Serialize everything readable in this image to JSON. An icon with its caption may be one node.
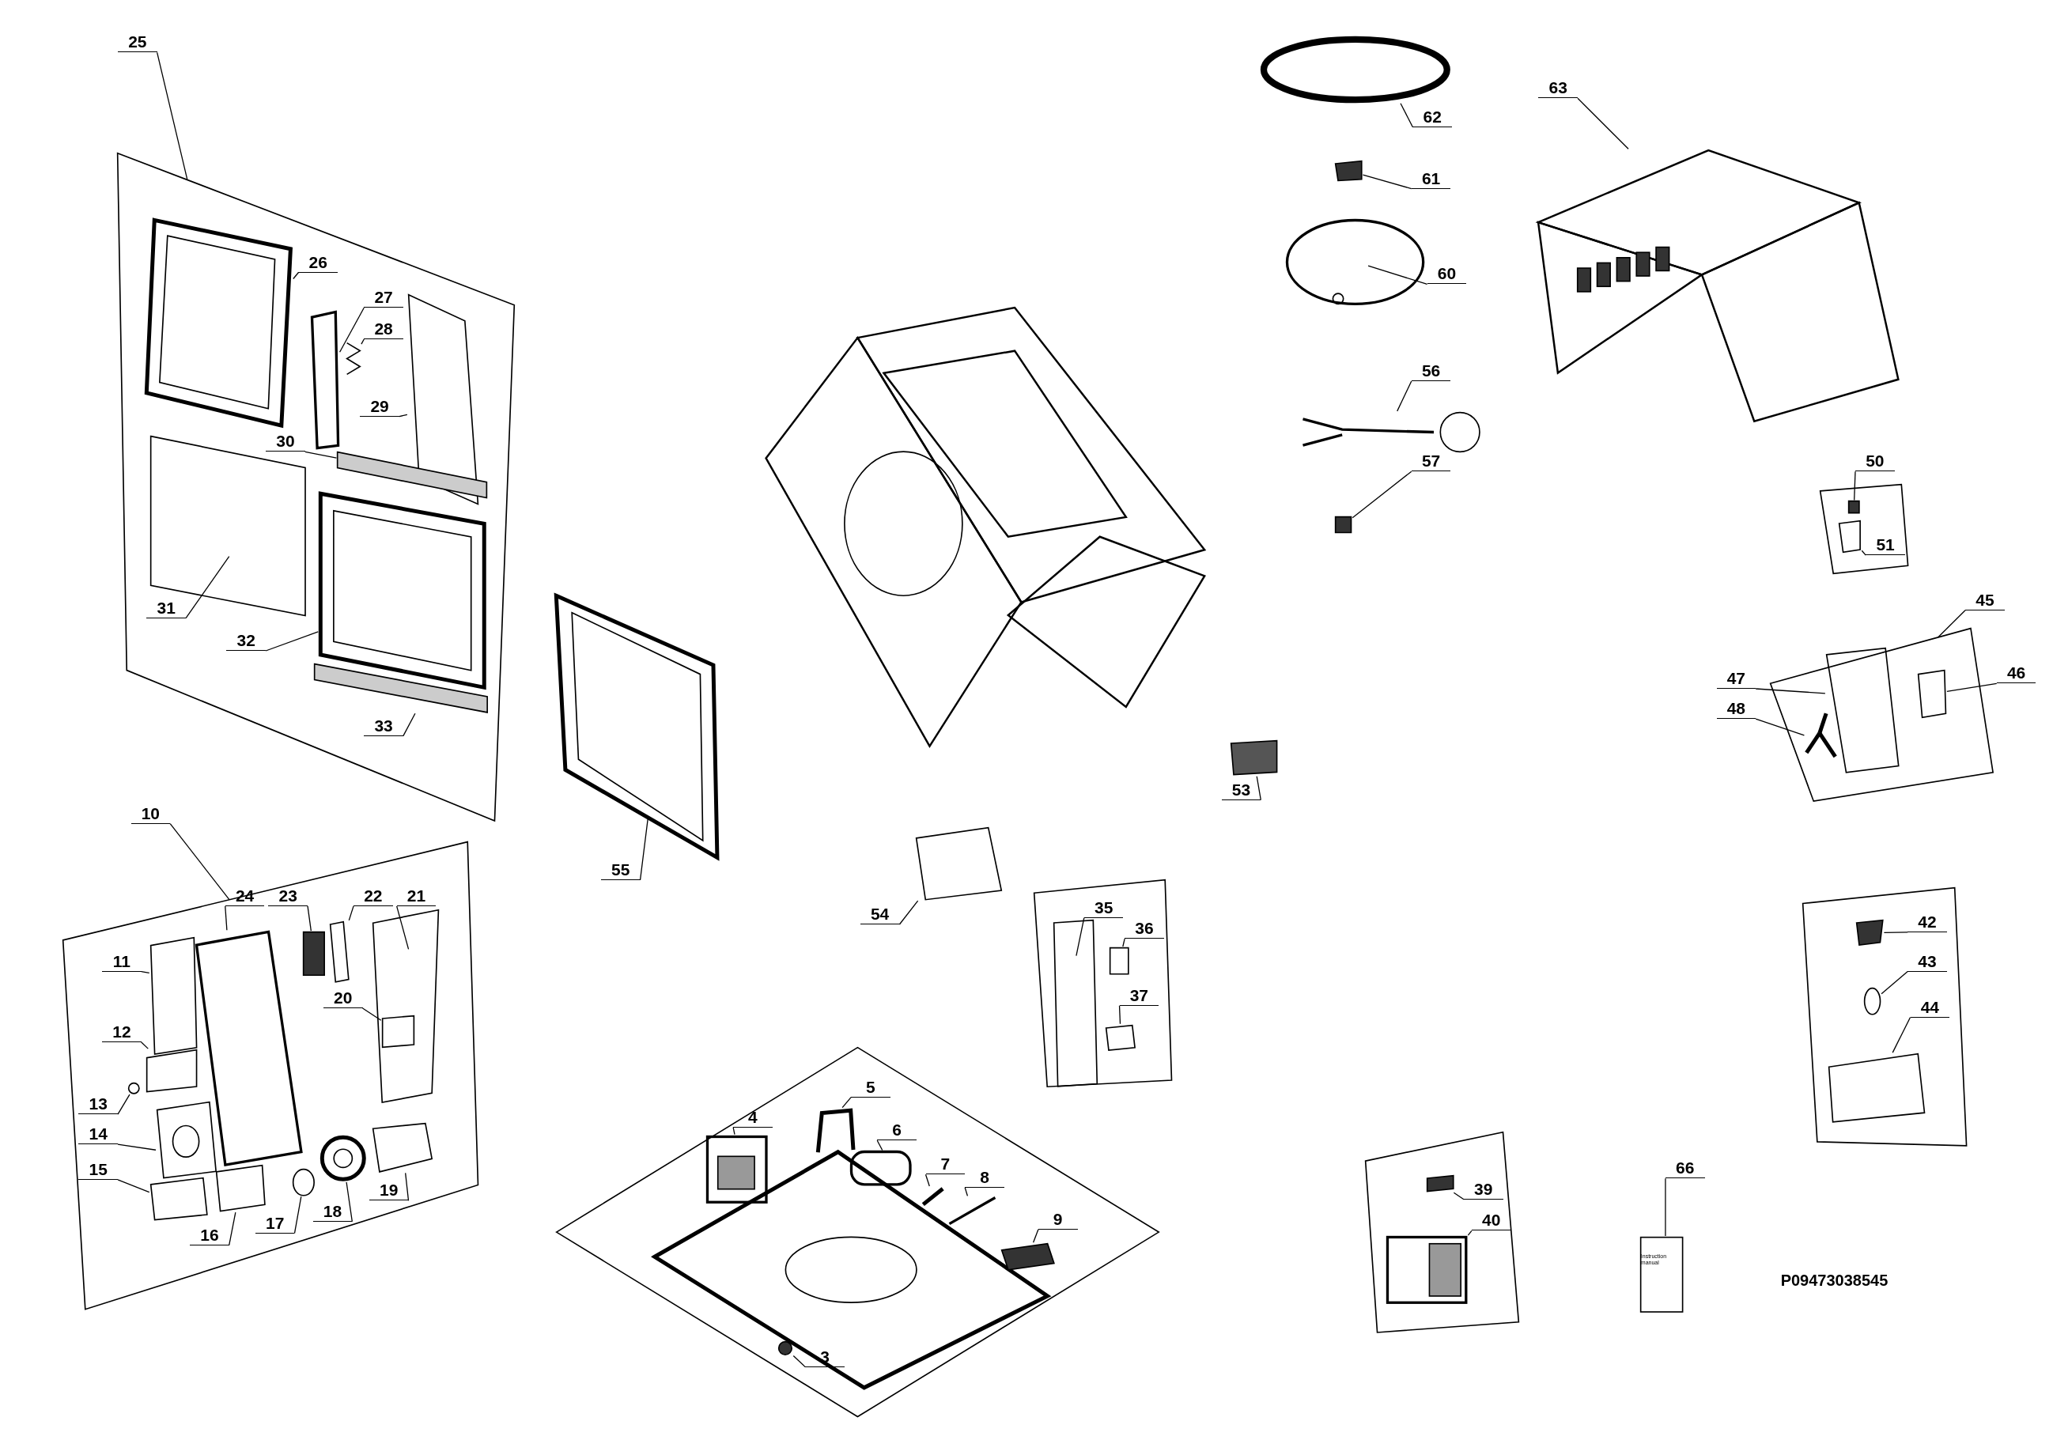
{
  "diagram": {
    "nodes": [
      {
        "text": [
          "25"
        ]
      },
      {
        "text": [],
        "shape": "box"
      },
      {
        "text": [
          "26"
        ],
        "in": 1
      },
      {
        "text": [],
        "shape": "picture",
        "in": 1
      },
      {
        "text": [
          "27"
        ],
        "in": 1
      },
      {
        "text": [],
        "shape": "box",
        "in": 1
      },
      {
        "text": [
          "28"
        ],
        "in": 1
      },
      {
        "text": [],
        "shape": "picture",
        "in": 1
      },
      {
        "text": [
          "29"
        ],
        "in": 1
      },
      {
        "text": [],
        "shape": "box",
        "in": 1
      },
      {
        "text": [
          "30"
        ],
        "in": 1
      },
      {
        "text": [],
        "shape": "bar",
        "in": 1
      },
      {
        "text": [
          "31"
        ],
        "in": 1
      },
      {
        "text": [],
        "shape": "box",
        "in": 1
      },
      {
        "text": [
          "32"
        ],
        "in": 1
      },
      {
        "text": [],
        "shape": "picture",
        "in": 1
      },
      {
        "text": [
          "33"
        ],
        "in": 1
      },
      {
        "text": [],
        "shape": "bar",
        "in": 1
      },
      {
        "text": [
          "10"
        ]
      },
      {
        "text": [],
        "shape": "box"
      },
      {
        "text": [
          "24"
        ],
        "in": 19
      },
      {
        "text": [],
        "shape": "box",
        "in": 19
      },
      {
        "text": [
          "23"
        ],
        "in": 19
      },
      {
        "text": [],
        "shape": "box",
        "in": 19
      },
      {
        "text": [
          "22"
        ],
        "in": 19
      },
      {
        "text": [],
        "shape": "box",
        "in": 19
      },
      {
        "text": [
          "21"
        ],
        "in": 19
      },
      {
        "text": [],
        "shape": "box",
        "in": 19
      },
      {
        "text": [
          "20"
        ],
        "in": 19
      },
      {
        "text": [],
        "shape": "box",
        "in": 27
      },
      {
        "text": [
          "11"
        ],
        "in": 19
      },
      {
        "text": [],
        "shape": "box",
        "in": 19
      },
      {
        "text": [
          "12"
        ],
        "in": 19
      },
      {
        "text": [],
        "shape": "box",
        "in": 19
      },
      {
        "text": [
          "13"
        ],
        "in": 19
      },
      {
        "text": [],
        "shape": "circle",
        "in": 19
      },
      {
        "text": [
          "14"
        ],
        "in": 19
      },
      {
        "text": [],
        "shape": "picture",
        "in": 19
      },
      {
        "text": [
          "15"
        ],
        "in": 19
      },
      {
        "text": [],
        "shape": "box",
        "in": 19
      },
      {
        "text": [
          "16"
        ],
        "in": 19
      },
      {
        "text": [],
        "shape": "box",
        "in": 19
      },
      {
        "text": [
          "17"
        ],
        "in": 19
      },
      {
        "text": [],
        "shape": "circle",
        "in": 19
      },
      {
        "text": [
          "18"
        ],
        "in": 19
      },
      {
        "text": [],
        "shape": "picture",
        "in": 19
      },
      {
        "text": [
          "19"
        ],
        "in": 19
      },
      {
        "text": [],
        "shape": "box",
        "in": 19
      },
      {
        "text": [
          "55"
        ]
      },
      {
        "text": [],
        "shape": "picture"
      },
      {
        "text": [],
        "shape": "diamond"
      },
      {
        "text": [
          "4"
        ],
        "in": 50
      },
      {
        "text": [],
        "shape": "picture",
        "in": 50
      },
      {
        "text": [
          "5"
        ],
        "in": 50
      },
      {
        "text": [],
        "shape": "picture",
        "in": 50
      },
      {
        "text": [
          "6"
        ],
        "in": 50
      },
      {
        "text": [],
        "shape": "box",
        "in": 50
      },
      {
        "text": [
          "7"
        ],
        "in": 50
      },
      {
        "text": [],
        "shape": "picture",
        "in": 50
      },
      {
        "text": [
          "8"
        ],
        "in": 50
      },
      {
        "text": [],
        "shape": "picture",
        "in": 50
      },
      {
        "text": [
          "9"
        ],
        "in": 50
      },
      {
        "text": [],
        "shape": "box",
        "in": 50
      },
      {
        "text": [
          "3"
        ],
        "in": 50
      },
      {
        "text": [],
        "shape": "circle",
        "in": 50
      },
      {
        "text": [
          "54"
        ]
      },
      {
        "text": [],
        "shape": "box"
      },
      {
        "text": [],
        "shape": "box"
      },
      {
        "text": [
          "35"
        ],
        "in": 67
      },
      {
        "text": [],
        "shape": "box",
        "in": 67
      },
      {
        "text": [
          "36"
        ],
        "in": 67
      },
      {
        "text": [],
        "shape": "box",
        "in": 67
      },
      {
        "text": [
          "37"
        ],
        "in": 67
      },
      {
        "text": [],
        "shape": "box",
        "in": 67
      },
      {
        "text": [
          "53"
        ]
      },
      {
        "text": [],
        "shape": "box"
      },
      {
        "text": [
          "62"
        ]
      },
      {
        "text": [],
        "shape": "circle"
      },
      {
        "text": [
          "61"
        ]
      },
      {
        "text": [],
        "shape": "box"
      },
      {
        "text": [
          "60"
        ]
      },
      {
        "text": [],
        "shape": "picture"
      },
      {
        "text": [
          "56"
        ]
      },
      {
        "text": [],
        "shape": "picture"
      },
      {
        "text": [
          "57"
        ]
      },
      {
        "text": [],
        "shape": "box"
      },
      {
        "text": [
          "63"
        ]
      },
      {
        "text": [],
        "shape": "picture"
      },
      {
        "text": [
          "50"
        ]
      },
      {
        "text": [],
        "shape": "box"
      },
      {
        "text": [],
        "shape": "box",
        "in": 89
      },
      {
        "text": [
          "51"
        ],
        "in": 89
      },
      {
        "text": [],
        "shape": "box",
        "in": 89
      },
      {
        "text": [
          "45"
        ]
      },
      {
        "text": [],
        "shape": "box"
      },
      {
        "text": [
          "47"
        ]
      },
      {
        "text": [],
        "shape": "box",
        "in": 94
      },
      {
        "text": [
          "46"
        ]
      },
      {
        "text": [],
        "shape": "box",
        "in": 94
      },
      {
        "text": [
          "48"
        ]
      },
      {
        "text": [],
        "shape": "picture",
        "in": 94
      },
      {
        "text": [],
        "shape": "box"
      },
      {
        "text": [
          "42"
        ],
        "in": 101
      },
      {
        "text": [],
        "shape": "box",
        "in": 101
      },
      {
        "text": [
          "43"
        ],
        "in": 101
      },
      {
        "text": [],
        "shape": "circle",
        "in": 101
      },
      {
        "text": [
          "44"
        ],
        "in": 101
      },
      {
        "text": [],
        "shape": "box",
        "in": 101
      },
      {
        "text": [],
        "shape": "box"
      },
      {
        "text": [
          "39"
        ],
        "in": 108
      },
      {
        "text": [],
        "shape": "box",
        "in": 108
      },
      {
        "text": [
          "40"
        ],
        "in": 108
      },
      {
        "text": [],
        "shape": "picture",
        "in": 108
      },
      {
        "text": [
          "66"
        ]
      },
      {
        "text": [
          "Instruction manual"
        ]
      }
    ],
    "edges": [
      {
        "from": 0,
        "to": 1,
        "arrow": "none"
      },
      {
        "from": 2,
        "to": 3,
        "arrow": "none"
      },
      {
        "from": 4,
        "to": 5,
        "arrow": "none"
      },
      {
        "from": 6,
        "to": 7,
        "arrow": "none"
      },
      {
        "from": 8,
        "to": 9,
        "arrow": "none"
      },
      {
        "from": 10,
        "to": 11,
        "arrow": "none"
      },
      {
        "from": 12,
        "to": 13,
        "arrow": "none"
      },
      {
        "from": 14,
        "to": 15,
        "arrow": "none"
      },
      {
        "from": 16,
        "to": 17,
        "arrow": "none"
      },
      {
        "from": 18,
        "to": 19,
        "arrow": "none"
      },
      {
        "from": 20,
        "to": 21,
        "arrow": "none"
      },
      {
        "from": 22,
        "to": 23,
        "arrow": "none"
      },
      {
        "from": 24,
        "to": 25,
        "arrow": "none"
      },
      {
        "from": 26,
        "to": 27,
        "arrow": "none"
      },
      {
        "from": 28,
        "to": 29,
        "arrow": "none"
      },
      {
        "from": 30,
        "to": 31,
        "arrow": "none"
      },
      {
        "from": 32,
        "to": 33,
        "arrow": "none"
      },
      {
        "from": 34,
        "to": 35,
        "arrow": "none"
      },
      {
        "from": 36,
        "to": 37,
        "arrow": "none"
      },
      {
        "from": 38,
        "to": 39,
        "arrow": "none"
      },
      {
        "from": 40,
        "to": 41,
        "arrow": "none"
      },
      {
        "from": 42,
        "to": 43,
        "arrow": "none"
      },
      {
        "from": 44,
        "to": 45,
        "arrow": "none"
      },
      {
        "from": 46,
        "to": 47,
        "arrow": "none"
      },
      {
        "from": 48,
        "to": 49,
        "arrow": "none"
      },
      {
        "from": 51,
        "to": 52,
        "arrow": "none"
      },
      {
        "from": 53,
        "to": 54,
        "arrow": "none"
      },
      {
        "from": 55,
        "to": 56,
        "arrow": "none"
      },
      {
        "from": 57,
        "to": 58,
        "arrow": "none"
      },
      {
        "from": 59,
        "to": 60,
        "arrow": "none"
      },
      {
        "from": 61,
        "to": 62,
        "arrow": "none"
      },
      {
        "from": 63,
        "to": 64,
        "arrow": "none"
      },
      {
        "from": 65,
        "to": 66,
        "arrow": "none"
      },
      {
        "from": 68,
        "to": 69,
        "arrow": "none"
      },
      {
        "from": 70,
        "to": 71,
        "arrow": "none"
      },
      {
        "from": 72,
        "to": 73,
        "arrow": "none"
      },
      {
        "from": 74,
        "to": 75,
        "arrow": "none"
      },
      {
        "from": 76,
        "to": 77,
        "arrow": "none"
      },
      {
        "from": 78,
        "to": 79,
        "arrow": "none"
      },
      {
        "from": 80,
        "to": 81,
        "arrow": "none"
      },
      {
        "from": 82,
        "to": 83,
        "arrow": "none"
      },
      {
        "from": 84,
        "to": 85,
        "arrow": "none"
      },
      {
        "from": 86,
        "to": 87,
        "arrow": "none"
      },
      {
        "from": 88,
        "to": 90,
        "arrow": "none"
      },
      {
        "from": 91,
        "to": 92,
        "arrow": "none"
      },
      {
        "from": 93,
        "to": 94,
        "arrow": "none"
      },
      {
        "from": 95,
        "to": 96,
        "arrow": "none"
      },
      {
        "from": 97,
        "to": 98,
        "arrow": "none"
      },
      {
        "from": 99,
        "to": 100,
        "arrow": "none"
      },
      {
        "from": 102,
        "to": 103,
        "arrow": "none"
      },
      {
        "from": 104,
        "to": 105,
        "arrow": "none"
      },
      {
        "from": 106,
        "to": 107,
        "arrow": "none"
      },
      {
        "from": 109,
        "to": 110,
        "arrow": "none"
      },
      {
        "from": 111,
        "to": 112,
        "arrow": "none"
      },
      {
        "from": 113,
        "to": 114,
        "arrow": "none"
      }
    ],
    "labels": [
      "P09473038545"
    ]
  }
}
